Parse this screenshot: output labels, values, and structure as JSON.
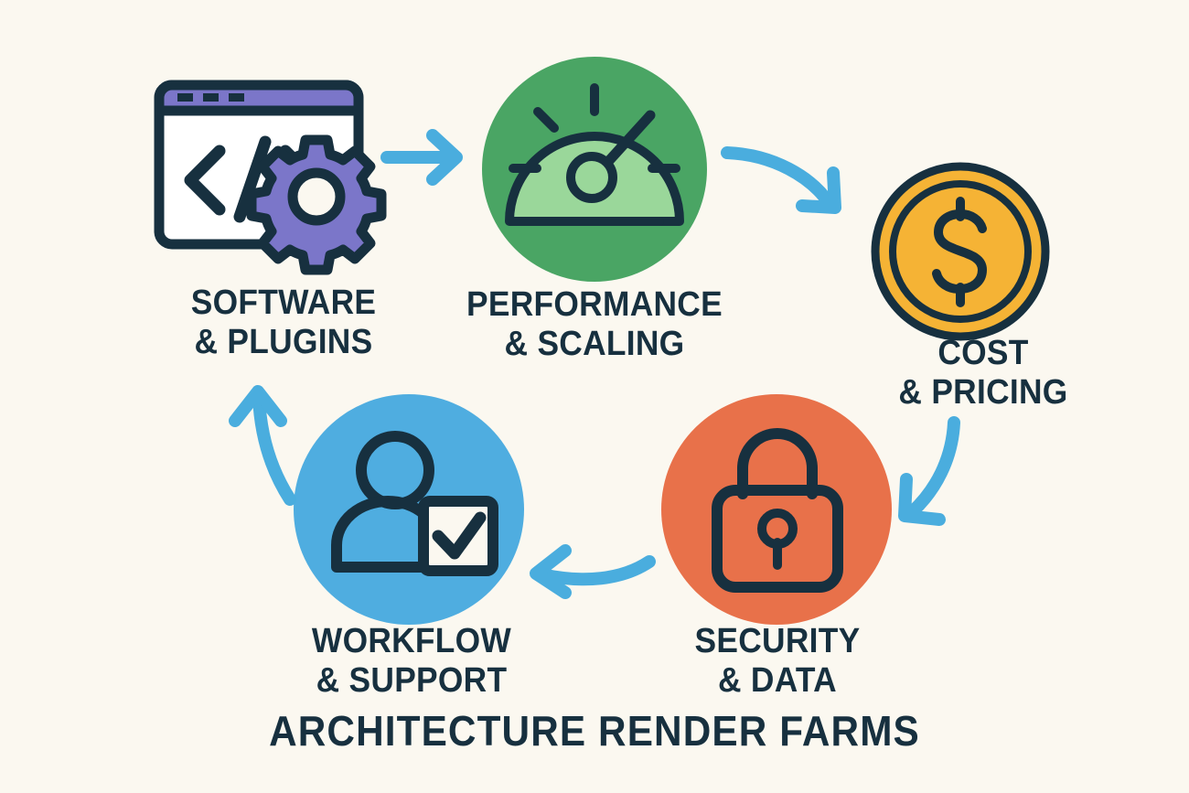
{
  "title": "ARCHITECTURE RENDER FARMS",
  "background_color": "#fbf8f0",
  "ink_color": "#17303f",
  "arrow_color": "#4aadde",
  "nodes": [
    {
      "id": "software-plugins",
      "icon": "code-window-gear-icon",
      "line1": "SOFTWARE",
      "line2": "& PLUGINS",
      "accent_color": "#7b76c9"
    },
    {
      "id": "performance-scaling",
      "icon": "speedometer-gauge-icon",
      "line1": "PERFORMANCE",
      "line2": "& SCALING",
      "accent_color": "#4aa564"
    },
    {
      "id": "cost-pricing",
      "icon": "dollar-coin-icon",
      "line1": "COST",
      "line2": "& PRICING",
      "accent_color": "#f5b335"
    },
    {
      "id": "security-data",
      "icon": "padlock-icon",
      "line1": "SECURITY",
      "line2": "& DATA",
      "accent_color": "#e8714a"
    },
    {
      "id": "workflow-support",
      "icon": "user-check-icon",
      "line1": "WORKFLOW",
      "line2": "& SUPPORT",
      "accent_color": "#4fade0"
    }
  ],
  "arrows": [
    {
      "id": "arrow-software-to-performance",
      "direction": "right"
    },
    {
      "id": "arrow-performance-to-cost",
      "direction": "down-right-curve"
    },
    {
      "id": "arrow-cost-to-security",
      "direction": "down-left-curve"
    },
    {
      "id": "arrow-security-to-workflow",
      "direction": "left"
    },
    {
      "id": "arrow-workflow-to-software",
      "direction": "up-curve"
    }
  ]
}
